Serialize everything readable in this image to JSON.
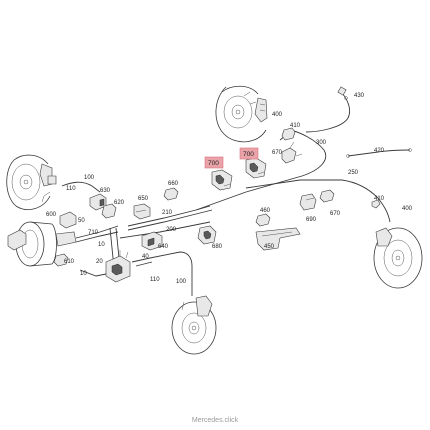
{
  "watermark": "Mercedes.click",
  "colors": {
    "highlight_fill": "#e9a2a7",
    "highlight_stroke": "#d9737c",
    "line": "#3a3a3a",
    "background": "#ffffff"
  },
  "labels": {
    "p430": "430",
    "p400_top": "400",
    "p410_top": "410",
    "p300": "300",
    "p670_top": "670",
    "p420": "420",
    "p700_left": "700",
    "p700_right": "700",
    "p250": "250",
    "p660": "660",
    "p100_left": "100",
    "p110_left": "110",
    "p630": "630",
    "p620": "620",
    "p650": "650",
    "p210": "210",
    "p200": "200",
    "p460": "460",
    "p690": "690",
    "p670_right": "670",
    "p410_right": "410",
    "p400_right": "400",
    "p600": "600",
    "p50": "50",
    "p710": "710",
    "p10_top": "10",
    "p640": "640",
    "p680": "680",
    "p450": "450",
    "p610": "610",
    "p20": "20",
    "p10_bottom": "10",
    "p40": "40",
    "p110_bottom": "110",
    "p100_bottom": "100"
  }
}
